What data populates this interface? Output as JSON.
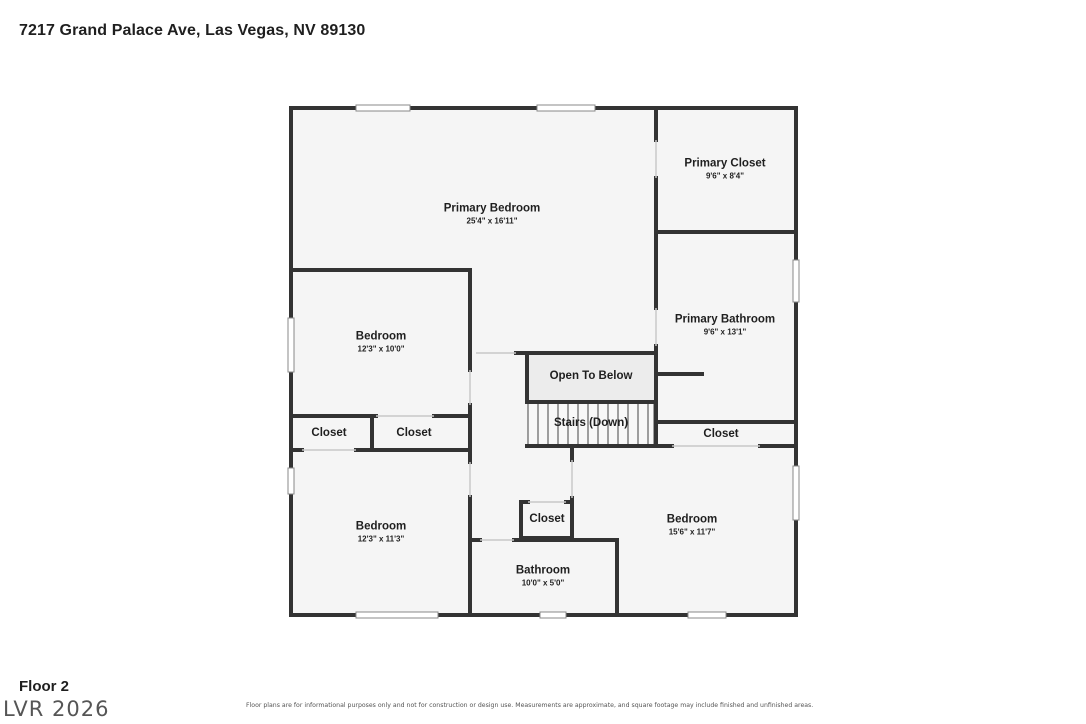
{
  "header": {
    "address": "7217 Grand Palace Ave, Las Vegas, NV 89130"
  },
  "floor_label": "Floor 2",
  "watermark": "LVR 2026",
  "disclaimer": "Floor plans are for informational purposes only and not for construction or design use. Measurements are approximate, and square footage may include finished and unfinished areas.",
  "colors": {
    "wall": "#333333",
    "floor": "#f5f5f5",
    "window": "#c8c8c8",
    "stair": "#f8f8f8",
    "open_below": "#ececec"
  },
  "rooms": {
    "primary_bedroom": {
      "name": "Primary Bedroom",
      "dim": "25'4\" x 16'11\""
    },
    "primary_closet": {
      "name": "Primary Closet",
      "dim": "9'6\" x 8'4\""
    },
    "primary_bathroom": {
      "name": "Primary Bathroom",
      "dim": "9'6\" x 13'1\""
    },
    "bedroom_nw": {
      "name": "Bedroom",
      "dim": "12'3\" x 10'0\""
    },
    "open_to_below": {
      "name": "Open To Below"
    },
    "stairs": {
      "name": "Stairs (Down)"
    },
    "closet_a": {
      "name": "Closet"
    },
    "closet_b": {
      "name": "Closet"
    },
    "closet_c": {
      "name": "Closet"
    },
    "closet_d": {
      "name": "Closet"
    },
    "bedroom_sw": {
      "name": "Bedroom",
      "dim": "12'3\" x 11'3\""
    },
    "bedroom_se": {
      "name": "Bedroom",
      "dim": "15'6\" x 11'7\""
    },
    "bathroom": {
      "name": "Bathroom",
      "dim": "10'0\" x 5'0\""
    }
  }
}
